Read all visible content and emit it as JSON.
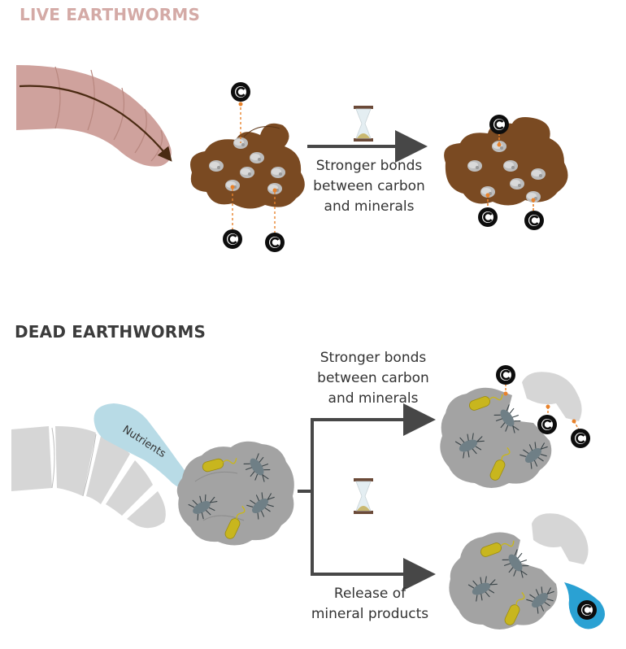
{
  "sections": {
    "live": {
      "title": "LIVE EARTHWORMS",
      "color": "#d4aaa6"
    },
    "dead": {
      "title": "DEAD EARTHWORMS",
      "color": "#3b3b3b"
    }
  },
  "carbon_label": "C",
  "nutrients_label": "Nutrients",
  "captions": {
    "live": [
      "Stronger bonds",
      "between carbon",
      "and minerals"
    ],
    "dead_top": [
      "Stronger bonds",
      "between carbon",
      "and minerals"
    ],
    "dead_bottom": [
      "Release of",
      "mineral products"
    ]
  },
  "colors": {
    "worm_live": "#cfa29d",
    "worm_dead": "#d6d6d6",
    "soil_brown": "#7a4a22",
    "soil_gray": "#a3a3a3",
    "arrow": "#474747",
    "bond_orange": "#e8822b",
    "nutrients_blue": "#b8dbe6",
    "drop_blue": "#2aa1d3",
    "bacteria": "#c8b61e",
    "microbe": "#6f7f86"
  }
}
